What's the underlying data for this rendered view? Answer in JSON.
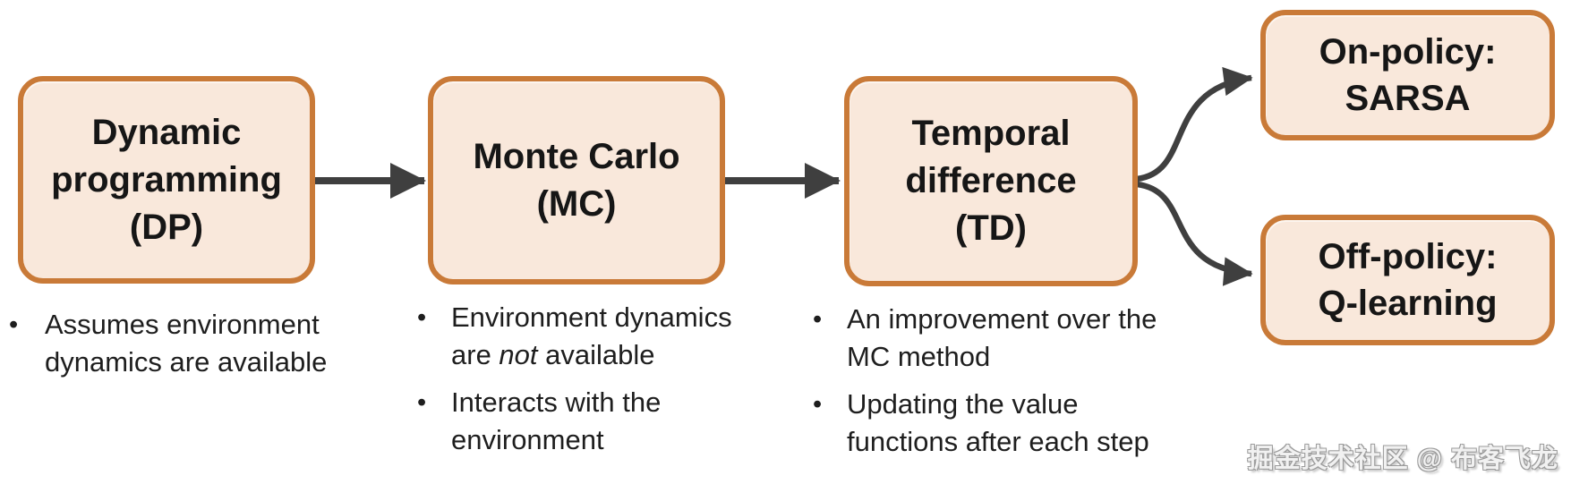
{
  "theme": {
    "page_bg": "#FFFFFF",
    "box_border": "#C97A38",
    "box_fill": "#F9E8DB",
    "arrow_color": "#3F3F3F",
    "title_color": "#161616",
    "body_color": "#1E1E1E",
    "watermark_color": "#9B9B9B"
  },
  "boxes": {
    "dp": {
      "line1": "Dynamic",
      "line2": "programming",
      "line3": "(DP)"
    },
    "mc": {
      "line1": "Monte Carlo",
      "line2": "(MC)"
    },
    "td": {
      "line1": "Temporal",
      "line2": "difference",
      "line3": "(TD)"
    },
    "sarsa": {
      "line1": "On-policy:",
      "line2": "SARSA"
    },
    "qlearning": {
      "line1": "Off-policy:",
      "line2": "Q-learning"
    }
  },
  "bullets": {
    "bullet_glyph": "•",
    "dp": {
      "item1": {
        "line1": "Assumes environment",
        "line2": "dynamics are available"
      }
    },
    "mc": {
      "item1": {
        "line1": "Environment dynamics",
        "line2_pre": "are ",
        "line2_em": "not",
        "line2_post": " available"
      },
      "item2": {
        "line1": "Interacts with the",
        "line2": "environment"
      }
    },
    "td": {
      "item1": {
        "line1": "An improvement over the",
        "line2": "MC method"
      },
      "item2": {
        "line1": "Updating the value",
        "line2": "functions after each step"
      }
    }
  },
  "watermark": "掘金技术社区 @ 布客飞龙"
}
